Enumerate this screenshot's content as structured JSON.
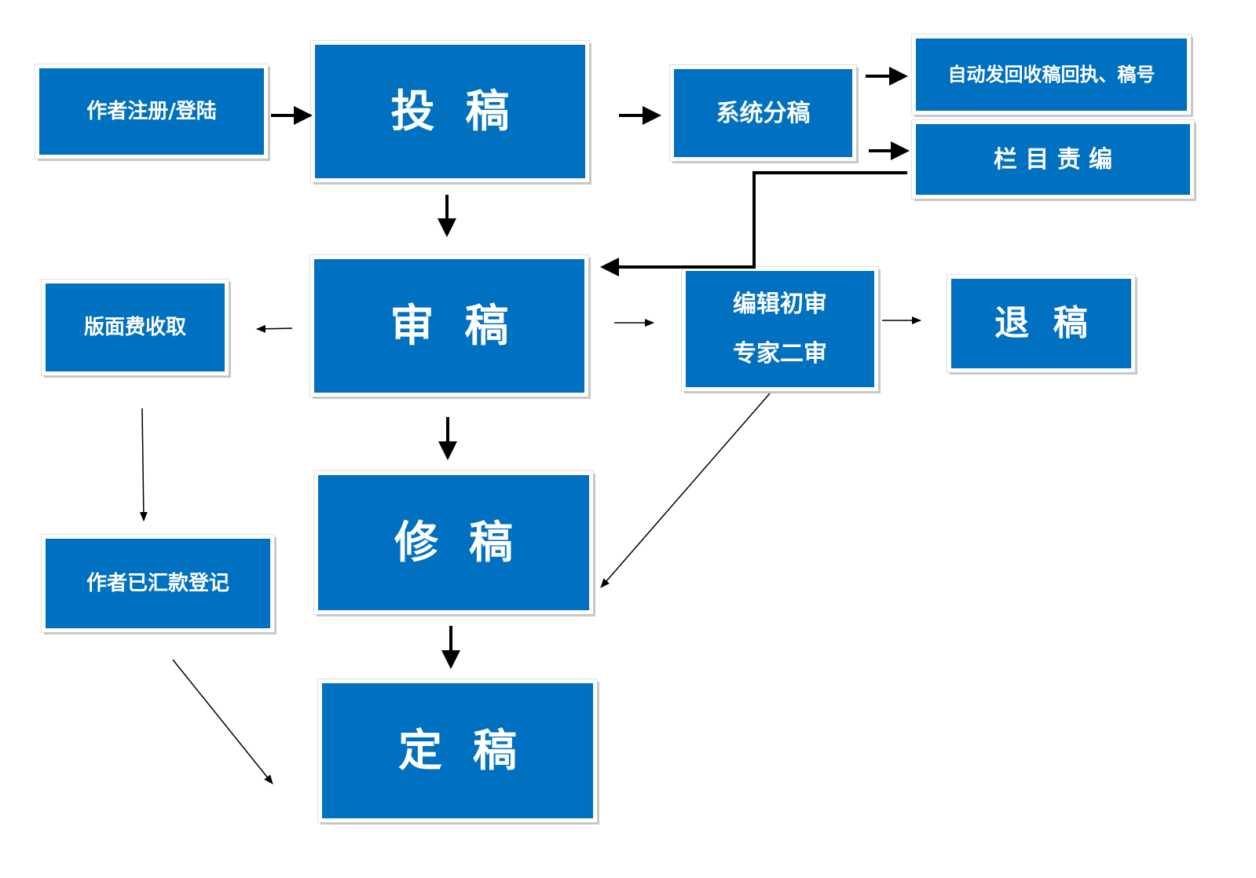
{
  "nodes": {
    "register": "作者注册/登陆",
    "submit": "投  稿",
    "distribute": "系统分稿",
    "auto_receipt": "自动发回收稿回执、稿号",
    "column_editor": "栏 目 责 编",
    "review": "审  稿",
    "fee": "版面费收取",
    "expert_review_line1": "编辑初审",
    "expert_review_line2": "专家二审",
    "reject": "退  稿",
    "remit": "作者已汇款登记",
    "revise": "修  稿",
    "final": "定  稿"
  },
  "colors": {
    "box_fill": "#0070c0",
    "box_text": "#ffffff",
    "arrow": "#000000"
  }
}
